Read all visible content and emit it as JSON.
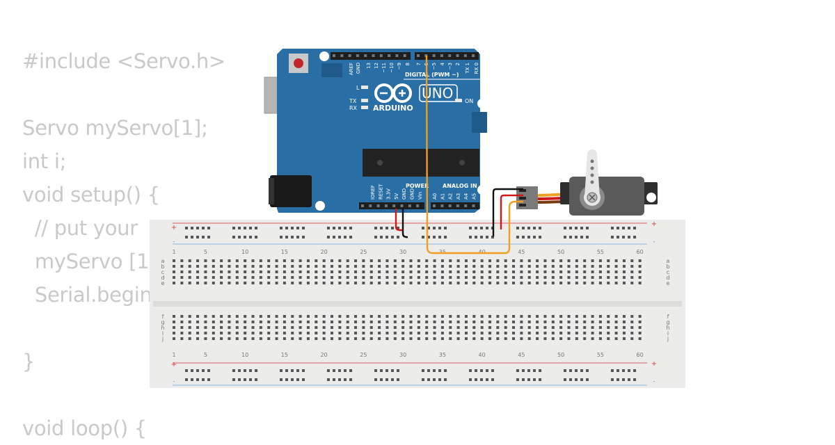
{
  "code": {
    "lines": [
      "#include <Servo.h>",
      "",
      "Servo myServo[1];",
      "int i;",
      "void setup() {",
      "  // put your",
      "  myServo [1",
      "  Serial.begin",
      "",
      "}",
      "",
      "void loop() {"
    ]
  },
  "arduino": {
    "brand": "ARDUINO",
    "model": "UNO",
    "digital_label": "DIGITAL (PWM ~)",
    "power_label": "POWER",
    "analog_label": "ANALOG IN",
    "on_label": "ON",
    "l_label": "L",
    "tx_label": "TX",
    "rx_label": "RX",
    "top_pins": [
      "AREF",
      "GND",
      "13",
      "12",
      "~11",
      "~10",
      "~9",
      "8",
      "7",
      "~6",
      "~5",
      "4",
      "~3",
      "2",
      "TX 1",
      "RX 0"
    ],
    "power_pins": [
      "IOREF",
      "RESET",
      "3.3V",
      "5V",
      "GND",
      "GND",
      "Vin"
    ],
    "analog_pins": [
      "A0",
      "A1",
      "A2",
      "A3",
      "A4",
      "A5"
    ]
  },
  "breadboard": {
    "column_numbers": [
      "1",
      "5",
      "10",
      "15",
      "20",
      "25",
      "30",
      "35",
      "40",
      "45",
      "50",
      "55",
      "60"
    ],
    "rows_top": [
      "a",
      "b",
      "c",
      "d",
      "e"
    ],
    "rows_bottom": [
      "f",
      "g",
      "h",
      "i",
      "j"
    ],
    "plus": "+",
    "minus": "-"
  },
  "colors": {
    "board": "#2a6ea6",
    "breadboard": "#ececea",
    "wire_signal": "#f0a020",
    "wire_power": "#d01818",
    "wire_ground": "#111111",
    "code_text": "#c9c9c9"
  }
}
